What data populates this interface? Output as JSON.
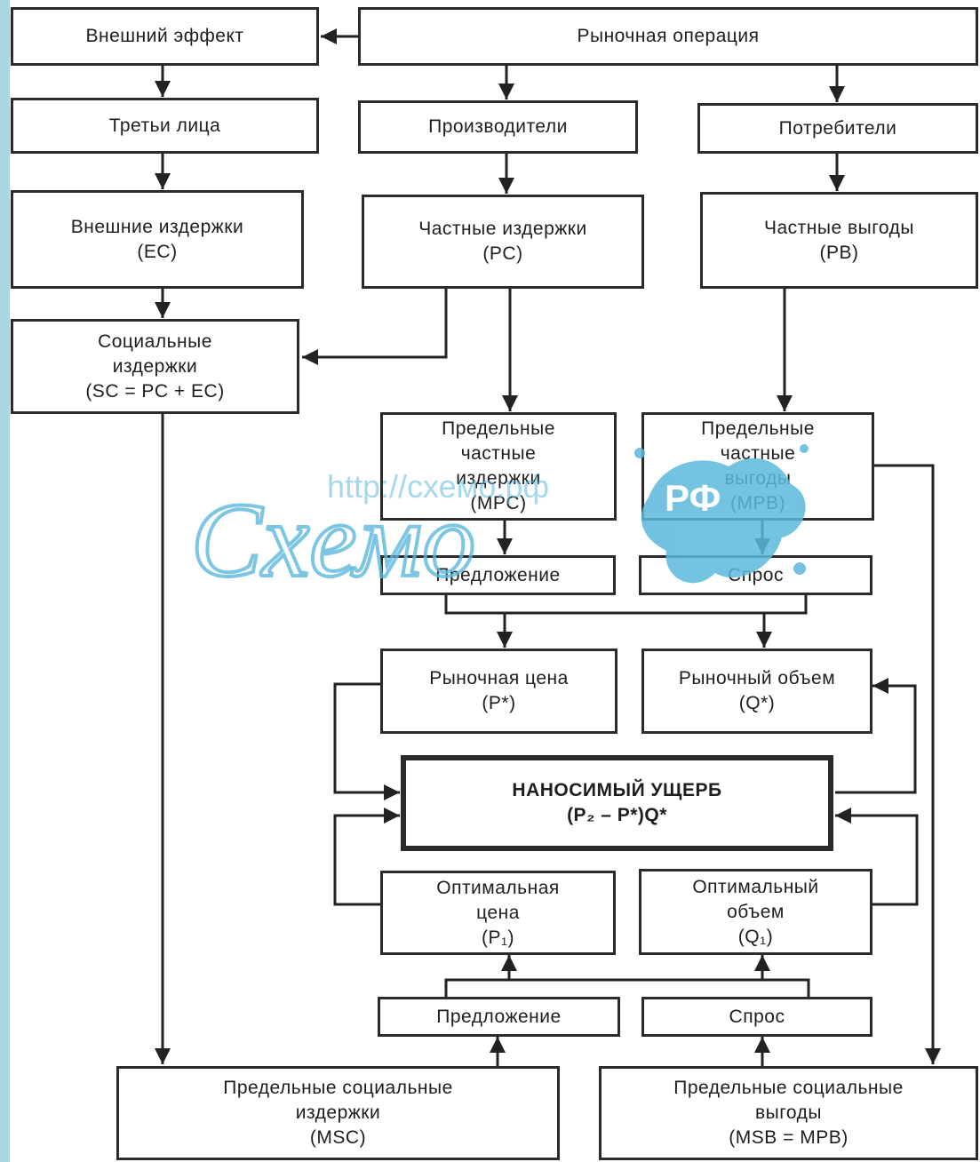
{
  "boxes": {
    "external_effect": {
      "lines": [
        "Внешний эффект"
      ]
    },
    "market_operation": {
      "lines": [
        "Рыночная операция"
      ]
    },
    "third_parties": {
      "lines": [
        "Третьи лица"
      ]
    },
    "producers": {
      "lines": [
        "Производители"
      ]
    },
    "consumers": {
      "lines": [
        "Потребители"
      ]
    },
    "external_costs": {
      "lines": [
        "Внешние издержки",
        "(EC)"
      ]
    },
    "private_costs": {
      "lines": [
        "Частные издержки",
        "(PC)"
      ]
    },
    "private_benefits": {
      "lines": [
        "Частные выгоды",
        "(PB)"
      ]
    },
    "social_costs": {
      "lines": [
        "Социальные",
        "издержки",
        "(SC = PC + EC)"
      ]
    },
    "mpc": {
      "lines": [
        "Предельные",
        "частные",
        "издержки",
        "(MPC)"
      ]
    },
    "mpb": {
      "lines": [
        "Предельные",
        "частные",
        "выгоды",
        "(MPB)"
      ]
    },
    "supply_top": {
      "lines": [
        "Предложение"
      ]
    },
    "demand_top": {
      "lines": [
        "Спрос"
      ]
    },
    "market_price": {
      "lines": [
        "Рыночная цена",
        "(P*)"
      ]
    },
    "market_volume": {
      "lines": [
        "Рыночный объем",
        "(Q*)"
      ]
    },
    "damage": {
      "lines": [
        "НАНОСИМЫЙ УЩЕРБ",
        "(P₂  – P*)Q*"
      ]
    },
    "optimal_price": {
      "lines": [
        "Оптимальная",
        "цена",
        "(P₁)"
      ]
    },
    "optimal_volume": {
      "lines": [
        "Оптимальный",
        "объем",
        "(Q₁)"
      ]
    },
    "supply_bottom": {
      "lines": [
        "Предложение"
      ]
    },
    "demand_bottom": {
      "lines": [
        "Спрос"
      ]
    },
    "msc": {
      "lines": [
        "Предельные социальные",
        "издержки",
        "(MSC)"
      ]
    },
    "msb": {
      "lines": [
        "Предельные социальные",
        "выгоды",
        "(MSB = MPB)"
      ]
    }
  },
  "watermark": {
    "url": "http://схемо.рф",
    "script_text": "Схемо",
    "badge": "РФ",
    "color": "#5bb8dc"
  }
}
